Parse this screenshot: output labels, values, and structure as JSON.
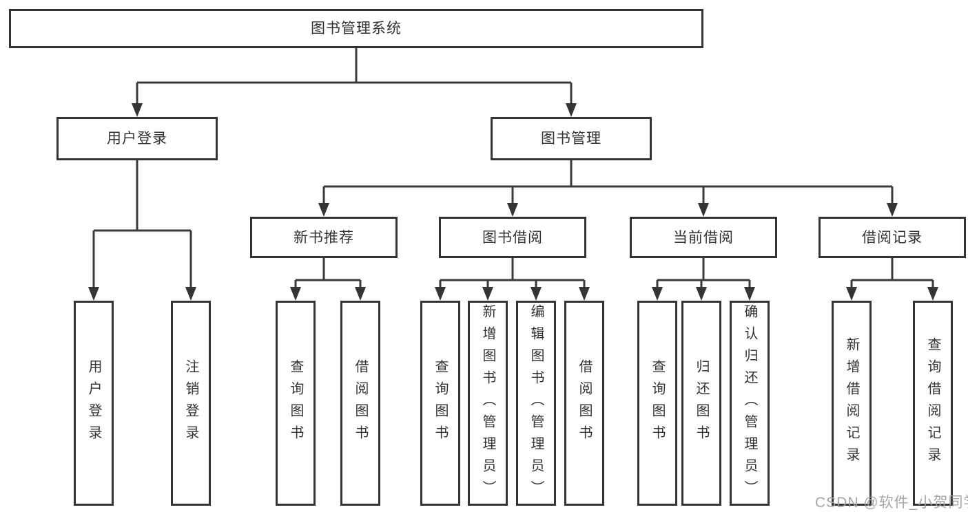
{
  "diagram": {
    "watermark": "CSDN @软件_小贺同学",
    "root": {
      "label": "图书管理系统"
    },
    "level2": [
      {
        "label": "用户登录"
      },
      {
        "label": "图书管理"
      }
    ],
    "level3": [
      {
        "label": "新书推荐"
      },
      {
        "label": "图书借阅"
      },
      {
        "label": "当前借阅"
      },
      {
        "label": "借阅记录"
      }
    ],
    "leaves": [
      {
        "label": "用户登录"
      },
      {
        "label": "注销登录"
      },
      {
        "label": "查询图书"
      },
      {
        "label": "借阅图书"
      },
      {
        "label": "查询图书"
      },
      {
        "label": "新增图书（管理员）"
      },
      {
        "label": "编辑图书（管理员）"
      },
      {
        "label": "借阅图书"
      },
      {
        "label": "查询图书"
      },
      {
        "label": "归还图书"
      },
      {
        "label": "确认归还（管理员）"
      },
      {
        "label": "新增借阅记录"
      },
      {
        "label": "查询借阅记录"
      }
    ],
    "tree": {
      "root": "图书管理系统",
      "children": [
        {
          "label": "用户登录",
          "children": [
            "用户登录",
            "注销登录"
          ]
        },
        {
          "label": "图书管理",
          "children": [
            {
              "label": "新书推荐",
              "children": [
                "查询图书",
                "借阅图书"
              ]
            },
            {
              "label": "图书借阅",
              "children": [
                "查询图书",
                "新增图书（管理员）",
                "编辑图书（管理员）",
                "借阅图书"
              ]
            },
            {
              "label": "当前借阅",
              "children": [
                "查询图书",
                "归还图书",
                "确认归还（管理员）"
              ]
            },
            {
              "label": "借阅记录",
              "children": [
                "新增借阅记录",
                "查询借阅记录"
              ]
            }
          ]
        }
      ]
    }
  }
}
